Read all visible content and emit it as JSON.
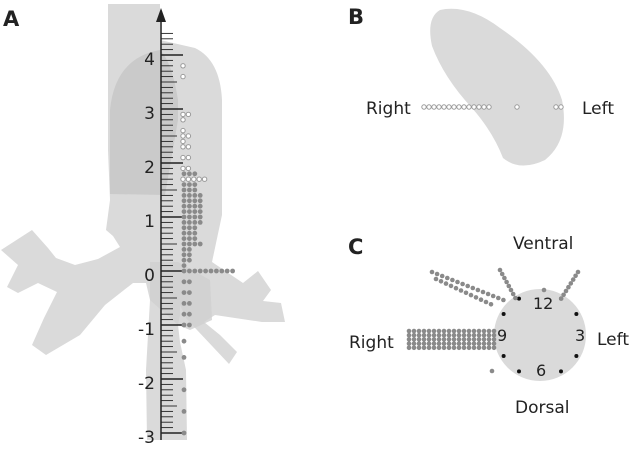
{
  "panels": {
    "a": {
      "letter": "A",
      "axis_ticks": [
        "4",
        "3",
        "2",
        "1",
        "0",
        "-1",
        "-2",
        "-3"
      ]
    },
    "b": {
      "letter": "B",
      "right_label": "Right",
      "left_label": "Left"
    },
    "c": {
      "letter": "C",
      "top_label": "Ventral",
      "bottom_label": "Dorsal",
      "right_label": "Right",
      "left_label": "Left",
      "clock": [
        "12",
        "3",
        "6",
        "9"
      ]
    }
  },
  "colors": {
    "tissue": "#dadada",
    "tissue_dark": "#bdbdbd",
    "dot_filled": "#8a8a8a",
    "dot_open_stroke": "#9a9a9a",
    "axis": "#222222"
  },
  "chart_data": {
    "type": "dot-distribution",
    "panel_a": {
      "axis_range": [
        -3,
        4.5
      ],
      "open_rows": [
        {
          "y": 3.8,
          "count": 1
        },
        {
          "y": 3.6,
          "count": 1
        },
        {
          "y": 2.9,
          "count": 2
        },
        {
          "y": 2.8,
          "count": 1
        },
        {
          "y": 2.6,
          "count": 1
        },
        {
          "y": 2.5,
          "count": 2
        },
        {
          "y": 2.4,
          "count": 1
        },
        {
          "y": 2.3,
          "count": 2
        },
        {
          "y": 2.1,
          "count": 2
        },
        {
          "y": 1.9,
          "count": 2
        },
        {
          "y": 1.7,
          "count": 5
        }
      ],
      "filled_rows": [
        {
          "y": 1.8,
          "count": 3
        },
        {
          "y": 1.6,
          "count": 3
        },
        {
          "y": 1.5,
          "count": 3
        },
        {
          "y": 1.4,
          "count": 4
        },
        {
          "y": 1.3,
          "count": 4
        },
        {
          "y": 1.2,
          "count": 4
        },
        {
          "y": 1.1,
          "count": 4
        },
        {
          "y": 1.0,
          "count": 4
        },
        {
          "y": 0.9,
          "count": 4
        },
        {
          "y": 0.8,
          "count": 3
        },
        {
          "y": 0.7,
          "count": 3
        },
        {
          "y": 0.6,
          "count": 3
        },
        {
          "y": 0.5,
          "count": 4
        },
        {
          "y": 0.4,
          "count": 2
        },
        {
          "y": 0.3,
          "count": 2
        },
        {
          "y": 0.2,
          "count": 2
        },
        {
          "y": 0.1,
          "count": 1
        },
        {
          "y": 0.0,
          "count": 10
        },
        {
          "y": -0.2,
          "count": 2
        },
        {
          "y": -0.4,
          "count": 2
        },
        {
          "y": -0.6,
          "count": 2
        },
        {
          "y": -0.8,
          "count": 2
        },
        {
          "y": -1.0,
          "count": 2
        },
        {
          "y": -1.3,
          "count": 1
        },
        {
          "y": -1.6,
          "count": 1
        },
        {
          "y": -2.2,
          "count": 1
        },
        {
          "y": -2.6,
          "count": 1
        },
        {
          "y": -3.0,
          "count": 1
        }
      ]
    }
  }
}
